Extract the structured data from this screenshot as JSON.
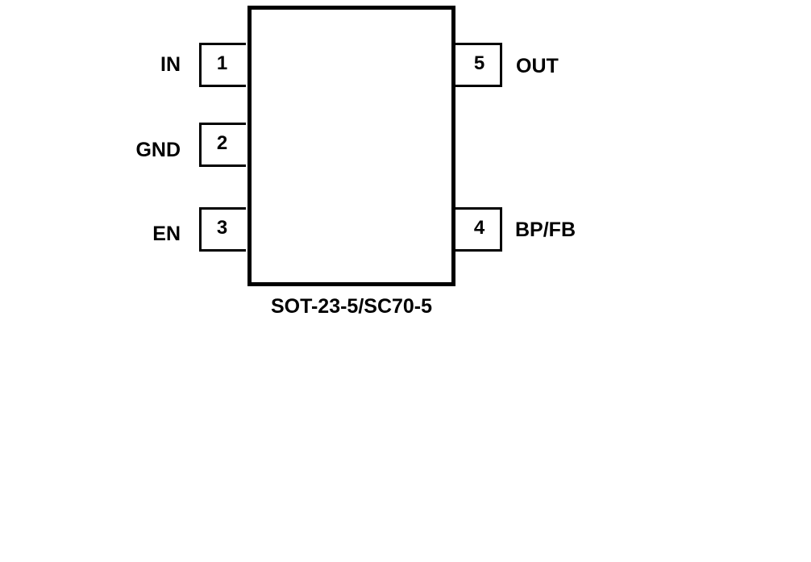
{
  "diagram": {
    "package_name": "SOT-23-5/SC70-5",
    "pins": [
      {
        "number": "1",
        "name": "IN",
        "side": "left"
      },
      {
        "number": "2",
        "name": "GND",
        "side": "left"
      },
      {
        "number": "3",
        "name": "EN",
        "side": "left"
      },
      {
        "number": "4",
        "name": "BP/FB",
        "side": "right"
      },
      {
        "number": "5",
        "name": "OUT",
        "side": "right"
      }
    ],
    "colors": {
      "stroke": "#000000",
      "background": "#ffffff"
    }
  }
}
